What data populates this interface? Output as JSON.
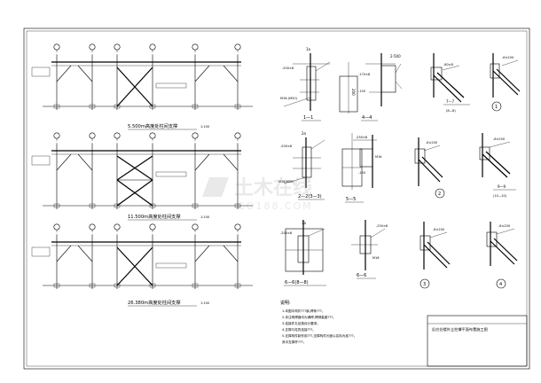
{
  "elevations": [
    {
      "title": "5.500m高度处柱间支撑",
      "scale": "1:100"
    },
    {
      "title": "11.500m高度处柱间支撑",
      "scale": "1:100"
    },
    {
      "title": "26.380m高度处柱间支撑",
      "scale": "1:100"
    }
  ],
  "sections": {
    "s11": "1—1",
    "s44": "4—4",
    "s22": "2—2(3—3)",
    "s55": "5—5",
    "s66a": "6—6(8—8)",
    "s66b": "6—6",
    "s77": "7—7",
    "s77sub": "(8—8)",
    "s99": "9—9",
    "s99sub": "(10—10)"
  },
  "details": {
    "d1": "1",
    "d2": "2",
    "d3": "3",
    "d4": "4"
  },
  "notes": {
    "heading": "说明:",
    "items": [
      "1.本图中构件???钢,焊条???。",
      "2.未注明焊缝均为满焊,焊脚高度???。",
      "3.连接件孔径按设计要求。",
      "4.支撑与柱的连接???。",
      "5.支撑构件制作前???,支撑构件长度以实际为准???。",
      "  其中支撑杆???。"
    ]
  },
  "title_block": {
    "text": "反应仓楼外立柱撑平面布置施工图"
  },
  "watermark": {
    "brand": "土木在线",
    "url": "CO188.COM"
  }
}
